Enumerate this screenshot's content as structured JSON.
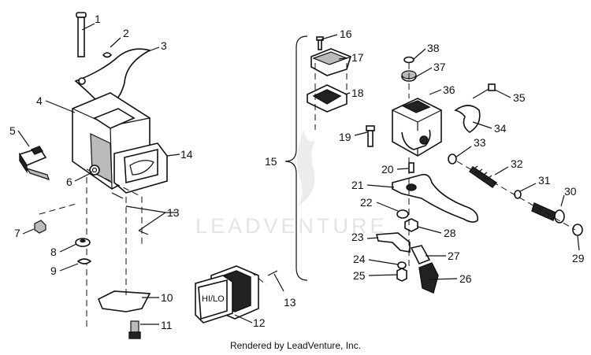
{
  "watermark": "LEADVENTURE",
  "footer": "Rendered by LeadVenture, Inc.",
  "switch_label": "HI/LO",
  "callouts": [
    "1",
    "2",
    "3",
    "4",
    "5",
    "6",
    "7",
    "8",
    "9",
    "10",
    "11",
    "12",
    "13",
    "13",
    "14",
    "15",
    "16",
    "17",
    "18",
    "19",
    "20",
    "21",
    "22",
    "23",
    "24",
    "25",
    "26",
    "27",
    "28",
    "29",
    "30",
    "31",
    "32",
    "33",
    "34",
    "35",
    "36",
    "37",
    "38"
  ]
}
